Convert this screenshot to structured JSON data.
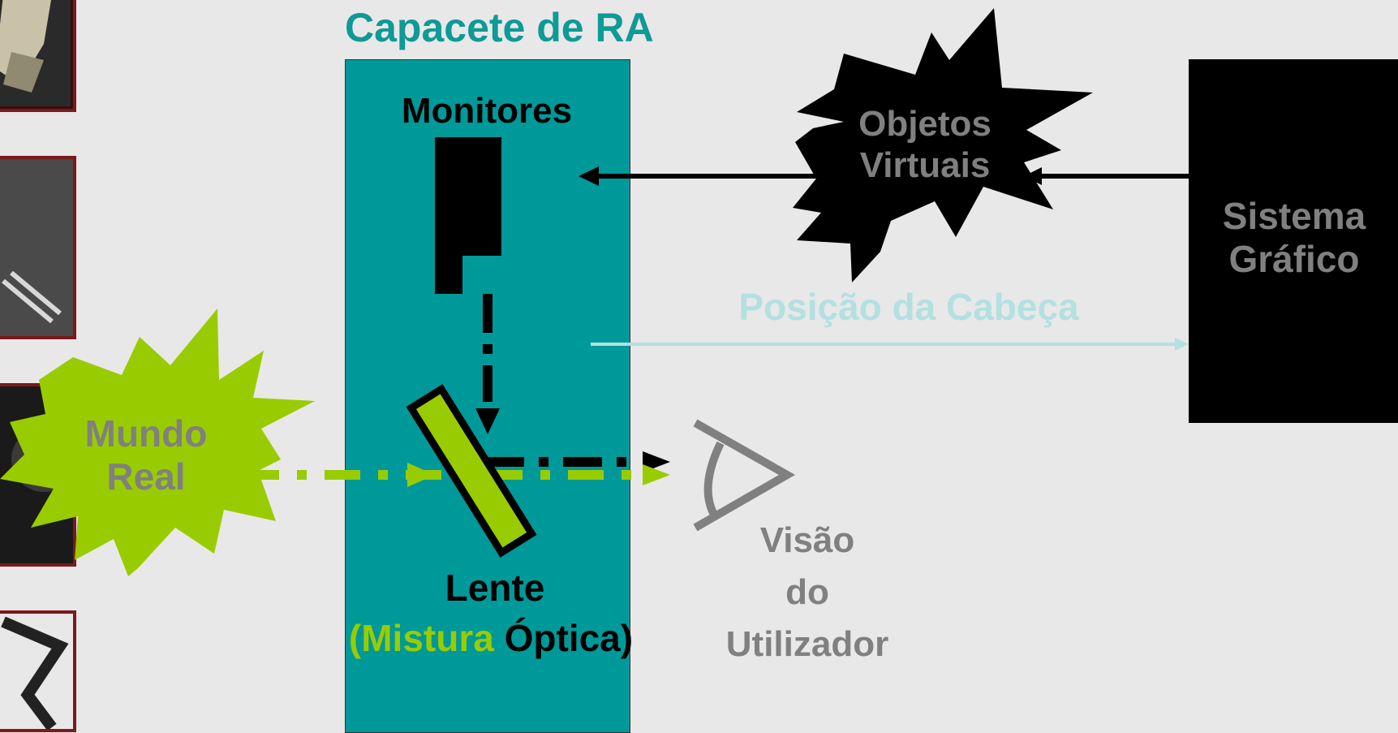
{
  "helmet": {
    "title": "Capacete de RA",
    "monitors_label": "Monitores",
    "lens_label": "Lente",
    "optical_mix_open": "(",
    "optical_mix_mistura": "Mistura",
    "optical_mix_optica": " Óptica)"
  },
  "virtual_objects": {
    "line1": "Objetos",
    "line2": "Virtuais"
  },
  "graphics_system": {
    "line1": "Sistema",
    "line2": "Gráfico"
  },
  "head_position": {
    "label": "Posição da Cabeça"
  },
  "real_world": {
    "line1": "Mundo",
    "line2": "Real"
  },
  "user_view": {
    "line1": "Visão",
    "line2": "do",
    "line3": "Utilizador"
  },
  "colors": {
    "background": "#e8e8e8",
    "helmet_teal": "#009999",
    "title_teal": "#0e9a96",
    "lime": "#99cc00",
    "gray_text": "#808080",
    "light_cyan": "#b3e0e0",
    "black": "#000000"
  },
  "icons": [
    "eye-icon",
    "starburst-icon",
    "lens-icon"
  ]
}
